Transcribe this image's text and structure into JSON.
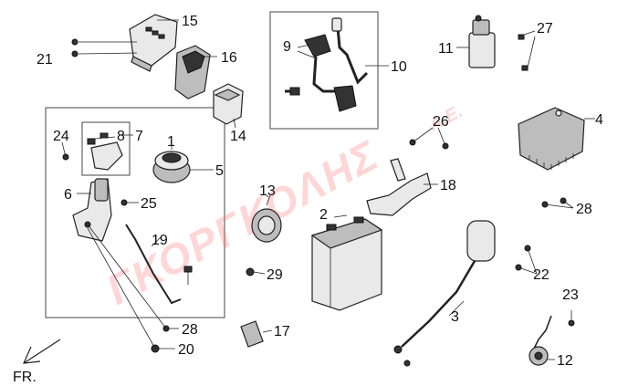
{
  "diagram": {
    "part_numbers": [
      "1",
      "2",
      "3",
      "4",
      "5",
      "6",
      "7",
      "8",
      "9",
      "10",
      "11",
      "12",
      "13",
      "14",
      "15",
      "16",
      "17",
      "18",
      "19",
      "20",
      "21",
      "22",
      "23",
      "24",
      "25",
      "26",
      "27",
      "28",
      "28",
      "29"
    ],
    "direction_label": "FR.",
    "watermark": {
      "name": "ΓΚΟΡΓΚΟΛΗΣ",
      "suffix": "Α.Ε."
    }
  }
}
